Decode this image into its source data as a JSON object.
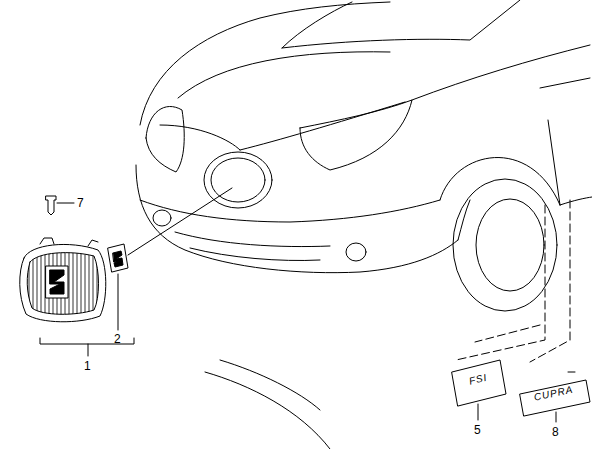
{
  "diagram": {
    "labels": [
      "7",
      "1",
      "2",
      "5",
      "8",
      "FSI",
      "CUPRA"
    ]
  }
}
